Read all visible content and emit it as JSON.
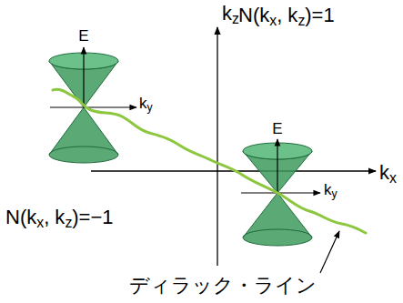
{
  "diagram": {
    "labels": [
      "kz",
      "kx",
      "E",
      "ky",
      "E",
      "ky",
      "N(kx, kz)=1",
      "N(kx, kz)=−1",
      "ディラック・ライン"
    ]
  }
}
